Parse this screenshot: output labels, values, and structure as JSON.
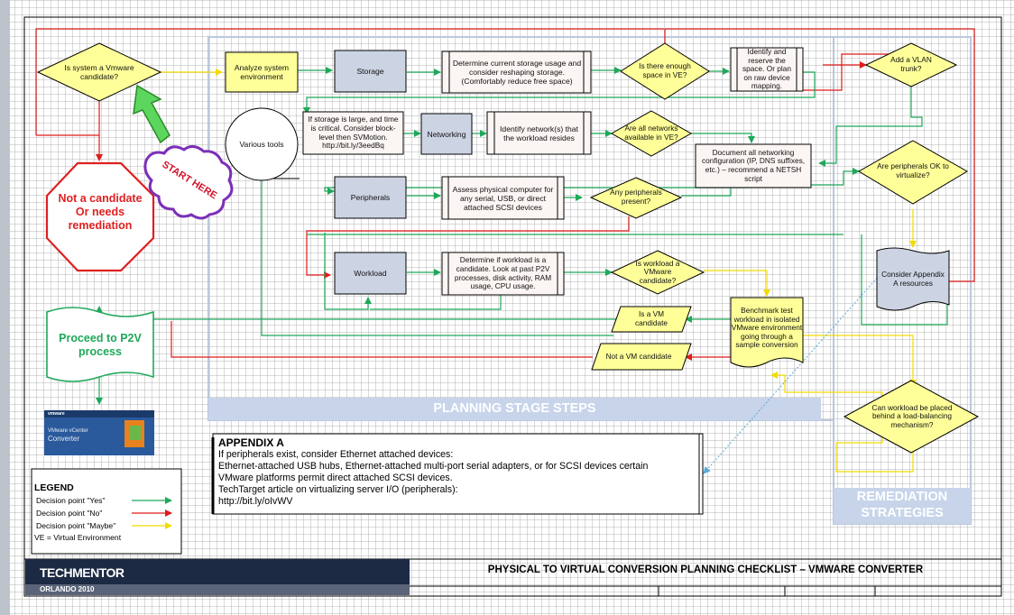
{
  "nodes": {
    "vmware_candidate": "Is system a Vmware candidate?",
    "analyze": "Analyze system environment",
    "various_tools": "Various tools",
    "storage": "Storage",
    "storage_usage": "Determine current storage usage and consider reshaping storage. (Comfortably reduce free space)",
    "enough_space": "Is there enough space in VE?",
    "reserve_space": "Identify and reserve the space. Or plan on raw device mapping.",
    "add_vlan": "Add a VLAN trunk?",
    "storage_large": "If storage is large, and time is critical. Consider block-level then SVMotion. http://bit.ly/3eedBq",
    "networking": "Networking",
    "identify_networks": "Identify network(s) that the workload resides",
    "all_networks": "Are all networks available in VE?",
    "document_networking": "Document all networking configuration (IP, DNS suffixes, etc.) – recommend a NETSH script",
    "peripherals_ok": "Are peripherals OK to virtualize?",
    "peripherals": "Peripherals",
    "assess_physical": "Assess physical computer for any serial, USB, or direct attached SCSI devices",
    "any_peripherals": "Any peripherals present?",
    "workload": "Workload",
    "determine_workload": "Determine if workload is a candidate. Look at past P2V processes, disk activity, RAM usage, CPU usage.",
    "workload_candidate": "Is workload a VMware candidate?",
    "consider_appendix": "Consider Appendix A resources",
    "is_vm": "Is a VM candidate",
    "not_vm": "Not a VM candidate",
    "benchmark": "Benchmark test workload in isolated VMware environment going through a sample conversion",
    "load_balancing": "Can workload be placed behind a load-balancing mechanism?",
    "not_candidate": [
      "Not a candidate",
      "Or needs",
      "remediation"
    ],
    "proceed": "Proceed to P2V process",
    "start_here": "START HERE"
  },
  "sections": {
    "planning": "PLANNING STAGE STEPS",
    "remediation_1": "REMEDIATION",
    "remediation_2": "STRATEGIES"
  },
  "appendix": {
    "title": "APPENDIX A",
    "lines": [
      "If peripherals exist, consider Ethernet attached devices:",
      "Ethernet-attached USB hubs, Ethernet-attached multi-port serial adapters, or for SCSI devices certain",
      "VMware platforms permit direct attached SCSI devices.",
      "TechTarget article on virtualizing server I/O (peripherals):",
      "http://bit.ly/oIvWV"
    ]
  },
  "legend": {
    "title": "LEGEND",
    "yes": "Decision point \"Yes\"",
    "no": "Decision point \"No\"",
    "maybe": "Decision point \"Maybe\"",
    "ve": "VE = Virtual Environment"
  },
  "converter_logo": {
    "brand": "vmware",
    "product_line1": "VMware vCenter",
    "product_line2": "Converter"
  },
  "footer": {
    "brand": "TECHMENTOR",
    "event": "ORLANDO 2010",
    "title": "PHYSICAL TO VIRTUAL CONVERSION PLANNING CHECKLIST – VMWARE CONVERTER"
  },
  "colors": {
    "yes": "#1fa85a",
    "no": "#e01b1b",
    "maybe": "#ffea00",
    "decision_fill": "#ffff99",
    "process_fill": "#ccd3e3",
    "stop_red": "#e02020",
    "start_arrow": "#5cd65c",
    "start_border": "#7b2fb8",
    "band_blue": "#c7d4ea"
  }
}
